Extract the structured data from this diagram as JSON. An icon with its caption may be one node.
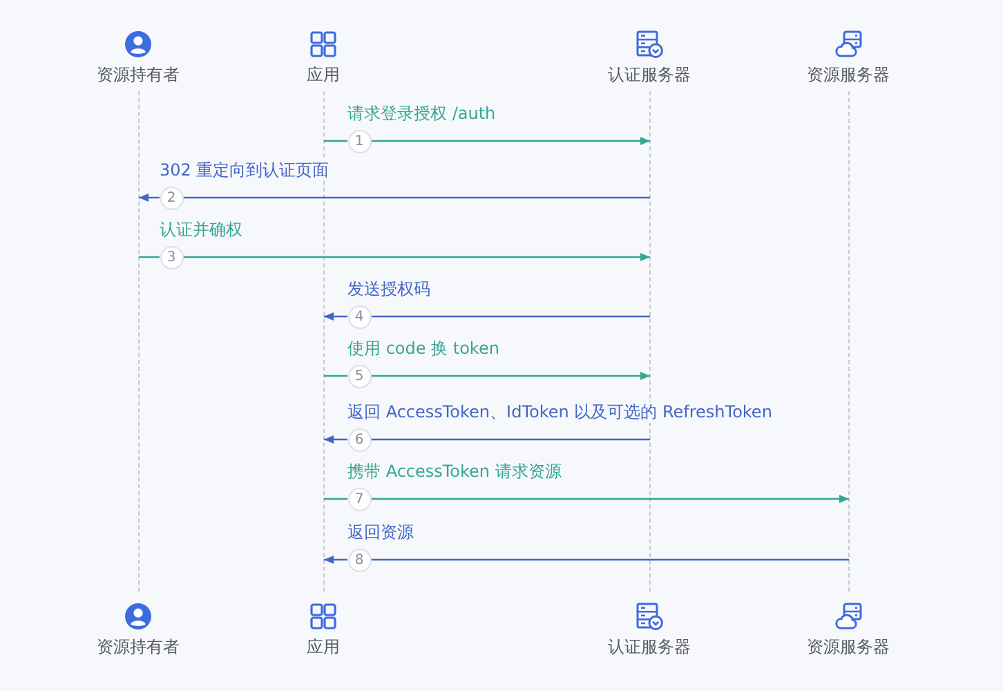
{
  "diagram": {
    "nodes": [
      {
        "text": [
          "资源持有者"
        ]
      },
      {
        "text": [
          "应用"
        ]
      },
      {
        "text": [
          "认证服务器"
        ]
      },
      {
        "text": [
          "资源服务器"
        ]
      },
      {
        "text": [],
        "shape": "bar"
      },
      {
        "text": [],
        "shape": "bar"
      },
      {
        "text": [],
        "shape": "bar"
      },
      {
        "text": [],
        "shape": "bar"
      },
      {
        "text": [
          "资源持有者"
        ]
      },
      {
        "text": [
          "应用"
        ]
      },
      {
        "text": [
          "认证服务器"
        ]
      },
      {
        "text": [
          "资源服务器"
        ]
      },
      {
        "text": [
          "1"
        ]
      },
      {
        "text": [
          "2"
        ]
      },
      {
        "text": [
          "3"
        ]
      },
      {
        "text": [
          "4"
        ]
      },
      {
        "text": [
          "5"
        ]
      },
      {
        "text": [
          "6"
        ]
      },
      {
        "text": [
          "7"
        ]
      },
      {
        "text": [
          "8"
        ]
      }
    ],
    "edges": [
      {
        "from": 5,
        "to": 12,
        "arrow": "none",
        "color": "#35a596"
      },
      {
        "from": 12,
        "to": 6,
        "arrow": "to",
        "label": "请求登录授权 /auth",
        "color": "#35a596"
      },
      {
        "from": 6,
        "to": 13,
        "arrow": "none",
        "label": "302 重定向到认证页面",
        "color": "#4266c8"
      },
      {
        "from": 13,
        "to": 4,
        "arrow": "to",
        "color": "#4266c8"
      },
      {
        "from": 4,
        "to": 14,
        "arrow": "none",
        "color": "#35a596"
      },
      {
        "from": 14,
        "to": 6,
        "arrow": "to",
        "label": "认证并确权",
        "color": "#35a596"
      },
      {
        "from": 6,
        "to": 15,
        "arrow": "none",
        "label": "发送授权码",
        "color": "#4266c8"
      },
      {
        "from": 15,
        "to": 5,
        "arrow": "to",
        "color": "#4266c8"
      },
      {
        "from": 5,
        "to": 16,
        "arrow": "none",
        "color": "#35a596"
      },
      {
        "from": 16,
        "to": 6,
        "arrow": "to",
        "label": "使用 code 换 token",
        "color": "#35a596"
      },
      {
        "from": 6,
        "to": 17,
        "arrow": "none",
        "label": "返回 AccessToken、IdToken 以及可选的 RefreshToken",
        "color": "#4266c8"
      },
      {
        "from": 17,
        "to": 5,
        "arrow": "to",
        "color": "#4266c8"
      },
      {
        "from": 5,
        "to": 18,
        "arrow": "none",
        "color": "#35a596"
      },
      {
        "from": 18,
        "to": 7,
        "arrow": "to",
        "label": "携带 AccessToken 请求资源",
        "color": "#35a596"
      },
      {
        "from": 7,
        "to": 19,
        "arrow": "none",
        "label": "返回资源",
        "color": "#4266c8"
      },
      {
        "from": 19,
        "to": 5,
        "arrow": "to",
        "color": "#4266c8"
      }
    ]
  }
}
